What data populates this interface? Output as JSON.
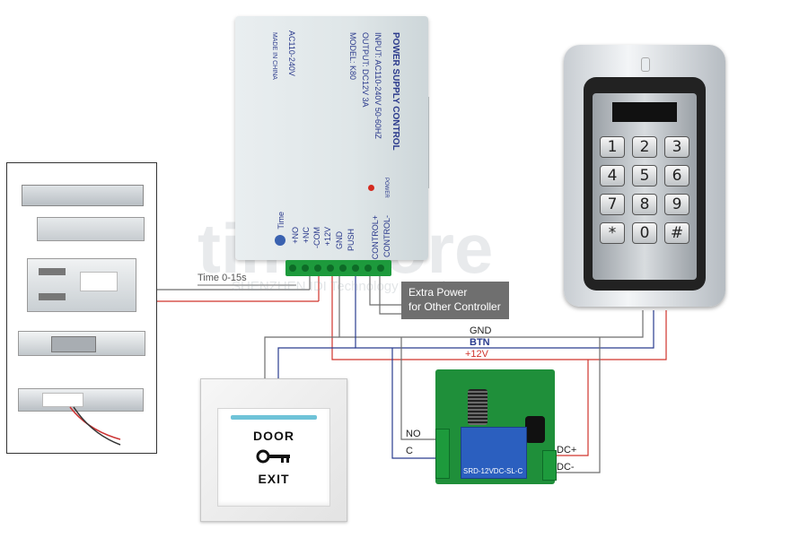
{
  "psu": {
    "title": "POWER SUPPLY CONTROL",
    "input": "INPUT: AC110-240V  50-60HZ",
    "output": "OUTPUT: DC12V  3A",
    "model": "MODEL: K80",
    "ac": "AC110-240V",
    "made": "MADE IN CHINA",
    "power_led": "POWER",
    "time_label": "Time",
    "terminals": [
      "+NO",
      "+NC",
      "-COM",
      "+12V",
      "GND",
      "PUSH",
      "CONTROL+",
      "CONTROL-"
    ]
  },
  "keypad": {
    "keys": [
      "1",
      "2",
      "3",
      "4",
      "5",
      "6",
      "7",
      "8",
      "9",
      "*",
      "0",
      "#"
    ]
  },
  "labels": {
    "time_range": "Time 0-15s",
    "extra_power_1": "Extra Power",
    "extra_power_2": "for Other Controller",
    "gnd": "GND",
    "btn": "BTN",
    "v12": "+12V",
    "no": "NO",
    "c": "C",
    "dc_plus": "DC+",
    "dc_minus": "DC-"
  },
  "exit_button": {
    "top": "DOOR",
    "bottom": "EXIT"
  },
  "relay": {
    "model": "SRD-12VDC-SL-C"
  },
  "watermark": {
    "brand": "tim store",
    "sub": "SHENZHEN IDI Technology Co.,Ltd"
  },
  "colors": {
    "red_wire": "#d0342c",
    "blue_wire": "#2a3c8f",
    "gray_wire": "#6e6e6e",
    "terminal_green": "#1d9a3c"
  }
}
